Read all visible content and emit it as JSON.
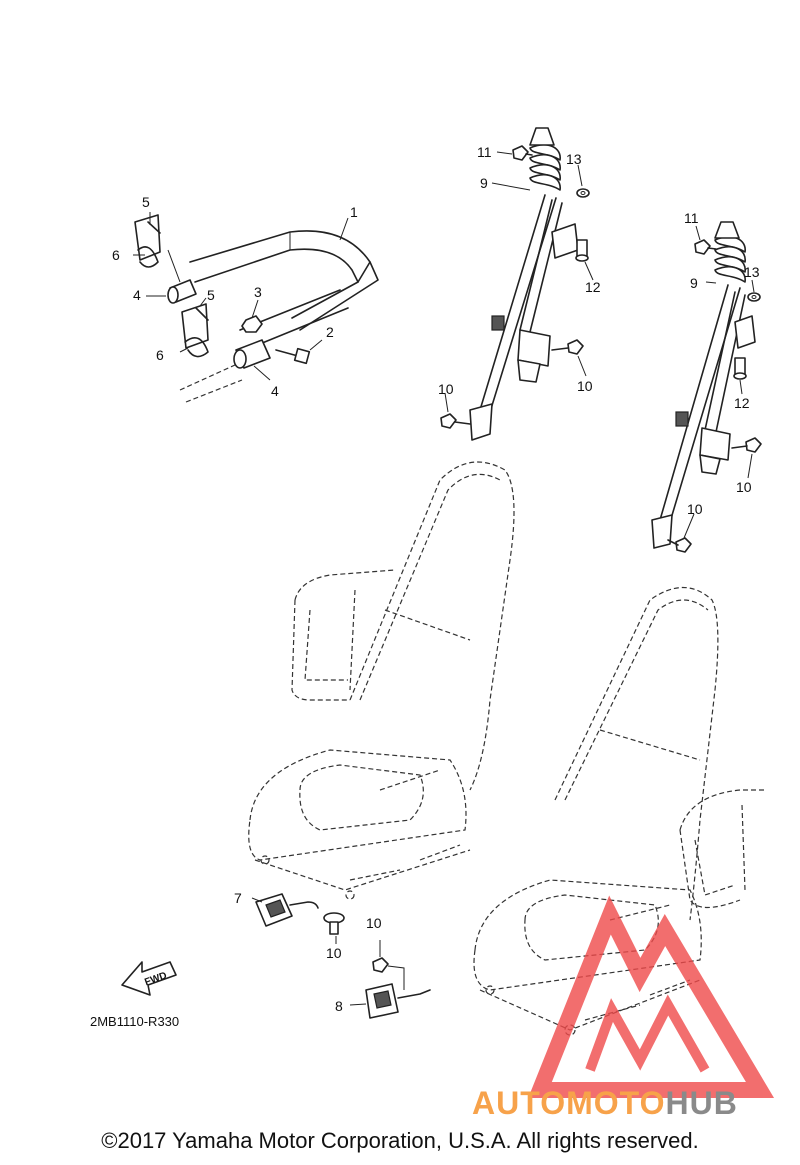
{
  "diagram": {
    "callouts": {
      "c1": "1",
      "c2": "2",
      "c3": "3",
      "c4a": "4",
      "c4b": "4",
      "c5a": "5",
      "c5b": "5",
      "c6a": "6",
      "c6b": "6",
      "c7": "7",
      "c8": "8",
      "c9a": "9",
      "c9b": "9",
      "c10a": "10",
      "c10b": "10",
      "c10c": "10",
      "c10d": "10",
      "c10e": "10",
      "c10f": "10",
      "c11a": "11",
      "c11b": "11",
      "c12a": "12",
      "c12b": "12",
      "c13a": "13",
      "c13b": "13"
    },
    "fwd_label": "FWD",
    "diagram_code": "2MB1110-R330"
  },
  "watermark": {
    "part1": "AUTOMOTO",
    "part2": "HUB",
    "color_primary": "#f7a24a",
    "color_secondary": "#8a8a8a",
    "color_triangle": "#f04a4a"
  },
  "footer": {
    "copyright": "©2017 Yamaha Motor Corporation, U.S.A. All rights reserved."
  }
}
